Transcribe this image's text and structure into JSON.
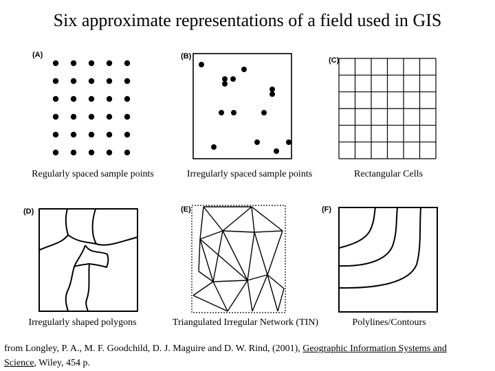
{
  "title": "Six approximate representations of a field used in GIS",
  "panels": {
    "a": {
      "letter": "(A)",
      "caption": "Regularly spaced sample points"
    },
    "b": {
      "letter": "(B)",
      "caption": "Irregularly spaced sample points"
    },
    "c": {
      "letter": "(C)",
      "caption": "Rectangular Cells"
    },
    "d": {
      "letter": "(D)",
      "caption": "Irregularly shaped polygons"
    },
    "e": {
      "letter": "(E)",
      "caption": "Triangulated Irregular Network (TIN)"
    },
    "f": {
      "letter": "(F)",
      "caption": "Polylines/Contours"
    }
  },
  "citation": {
    "prefix": "from Longley, P. A., M. F. Goodchild, D. J. Maguire and D. W. Rind, (2001), ",
    "book": "Geographic Information Systems and Science",
    "suffix": ", Wiley, 454 p."
  }
}
